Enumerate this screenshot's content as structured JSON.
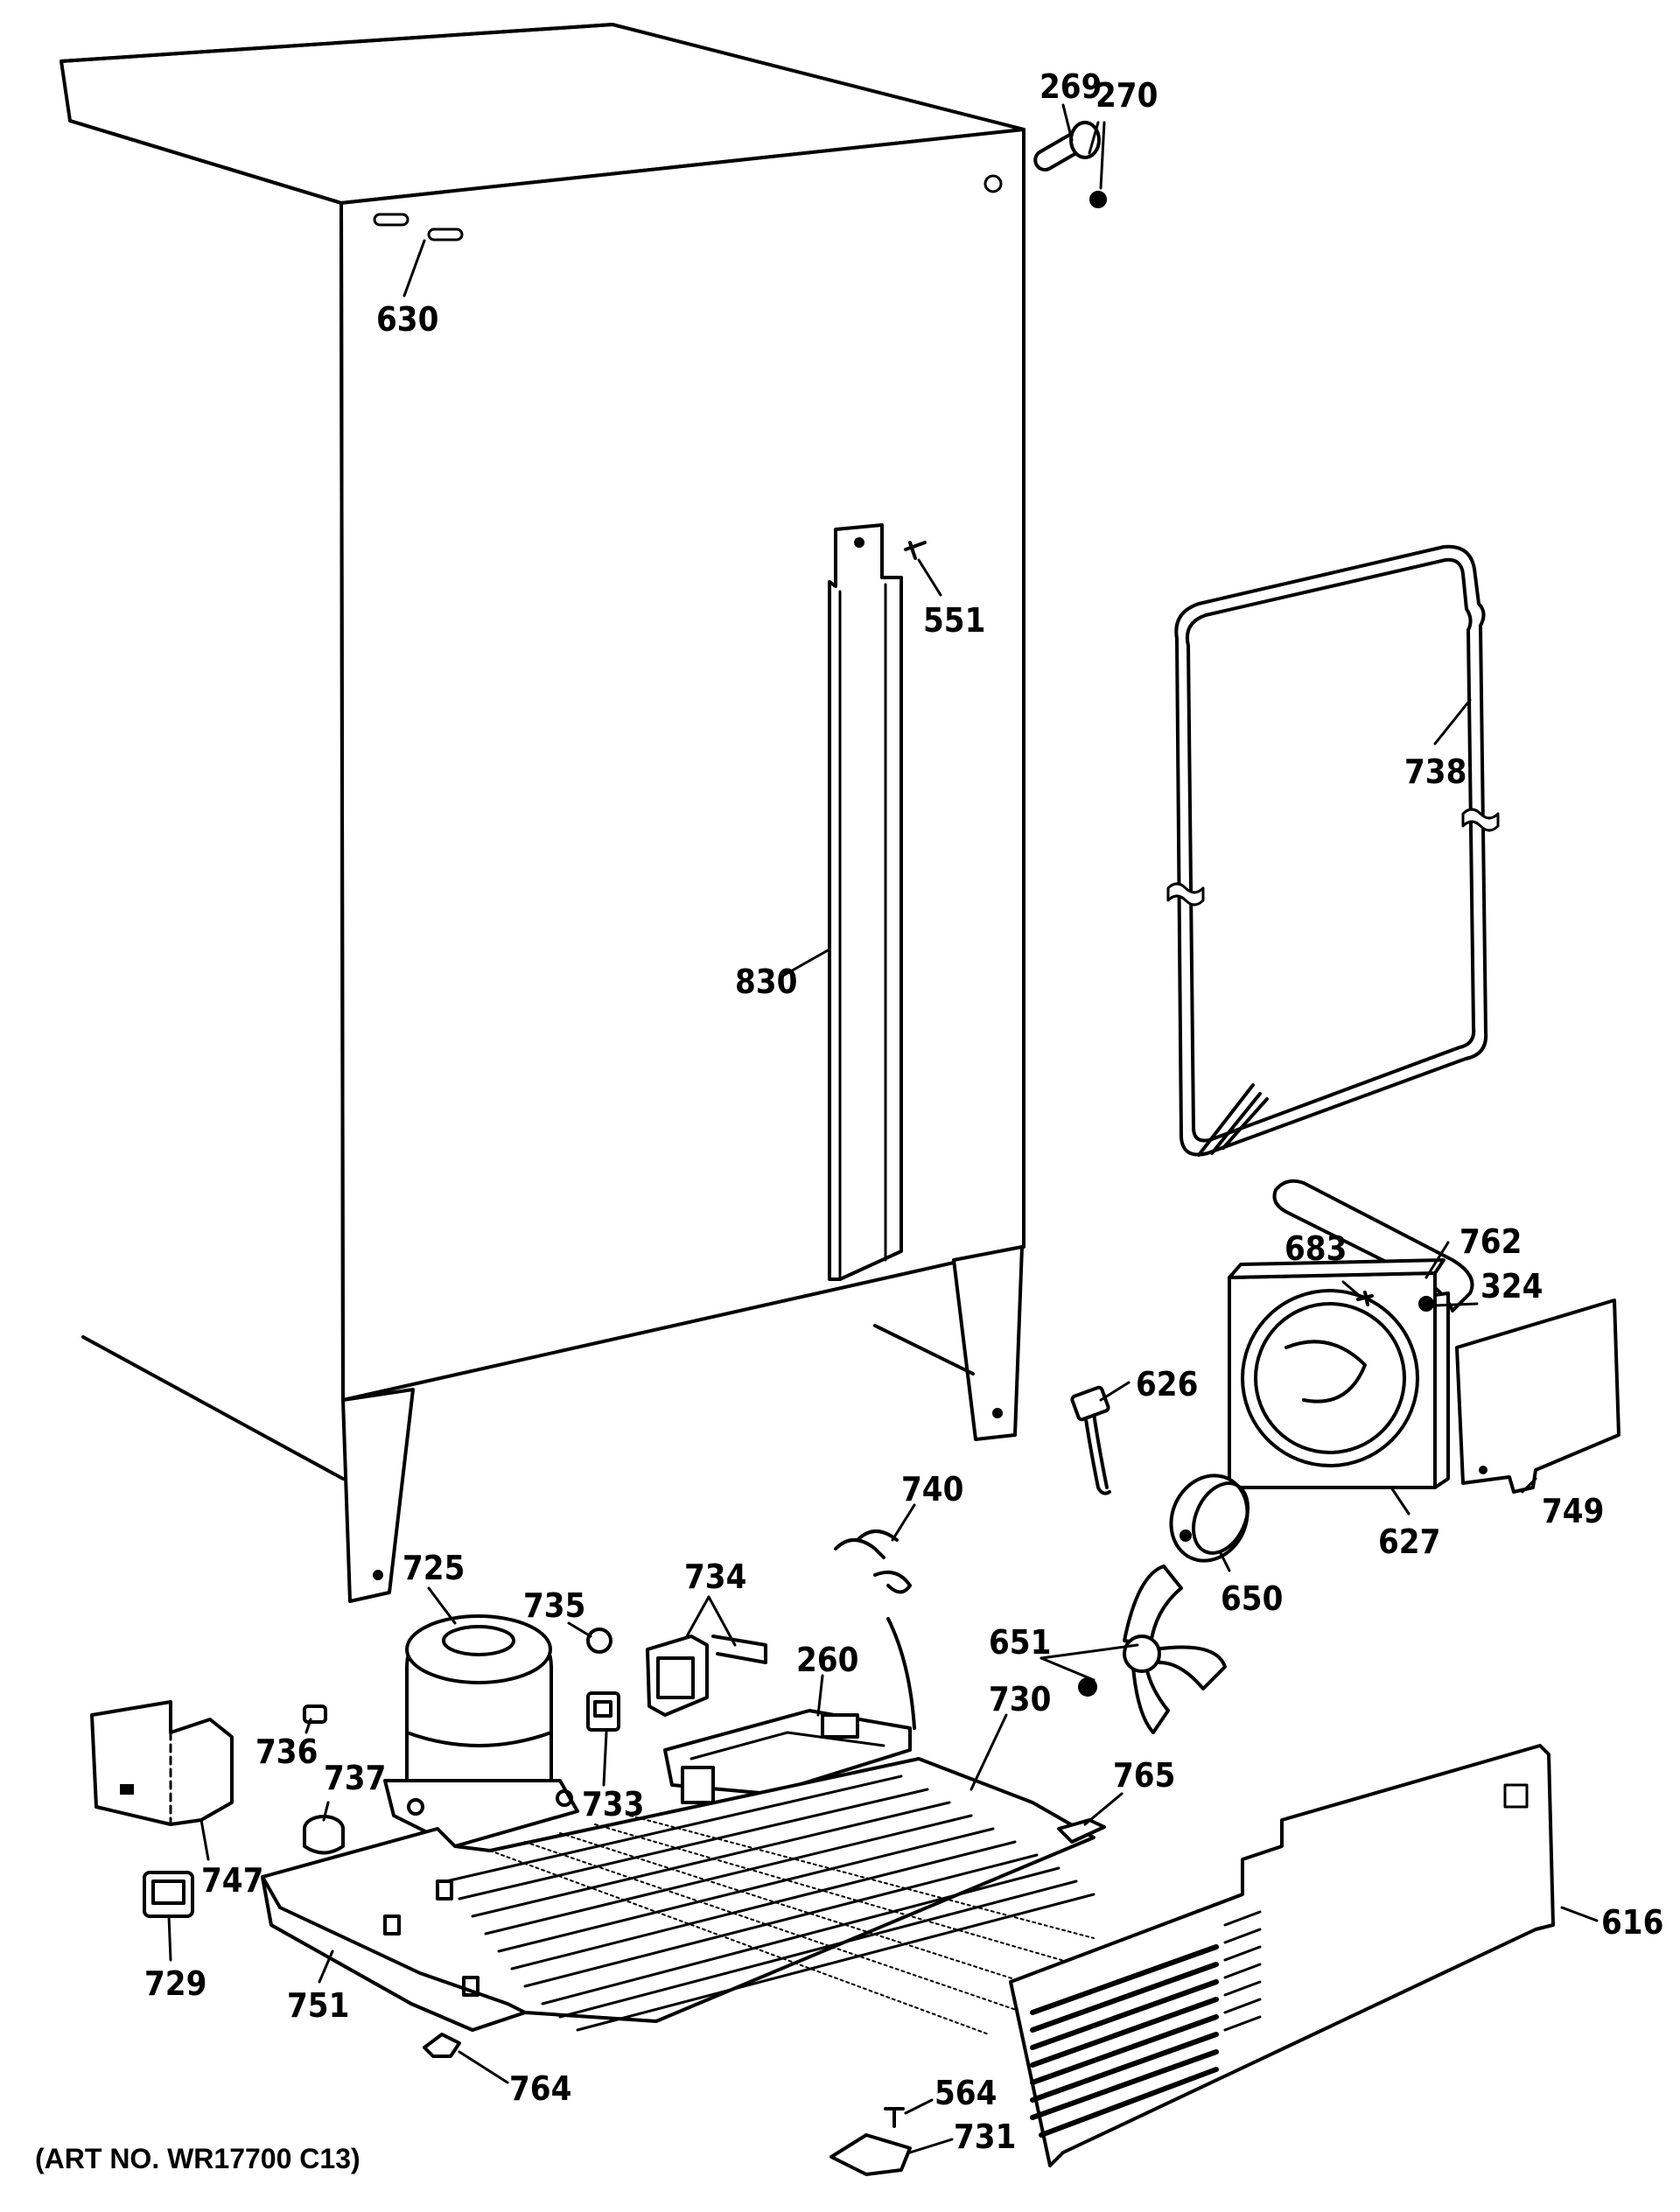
{
  "art_number": "(ART NO. WR17700 C13)",
  "parts": {
    "p269": "269",
    "p270": "270",
    "p630": "630",
    "p551": "551",
    "p738": "738",
    "p830": "830",
    "p762": "762",
    "p683": "683",
    "p324": "324",
    "p626": "626",
    "p749": "749",
    "p627": "627",
    "p740": "740",
    "p650": "650",
    "p725": "725",
    "p735": "735",
    "p734": "734",
    "p651": "651",
    "p260": "260",
    "p730": "730",
    "p765": "765",
    "p736": "736",
    "p737": "737",
    "p733": "733",
    "p747": "747",
    "p616": "616",
    "p729": "729",
    "p751": "751",
    "p564": "564",
    "p731": "731",
    "p764": "764"
  }
}
